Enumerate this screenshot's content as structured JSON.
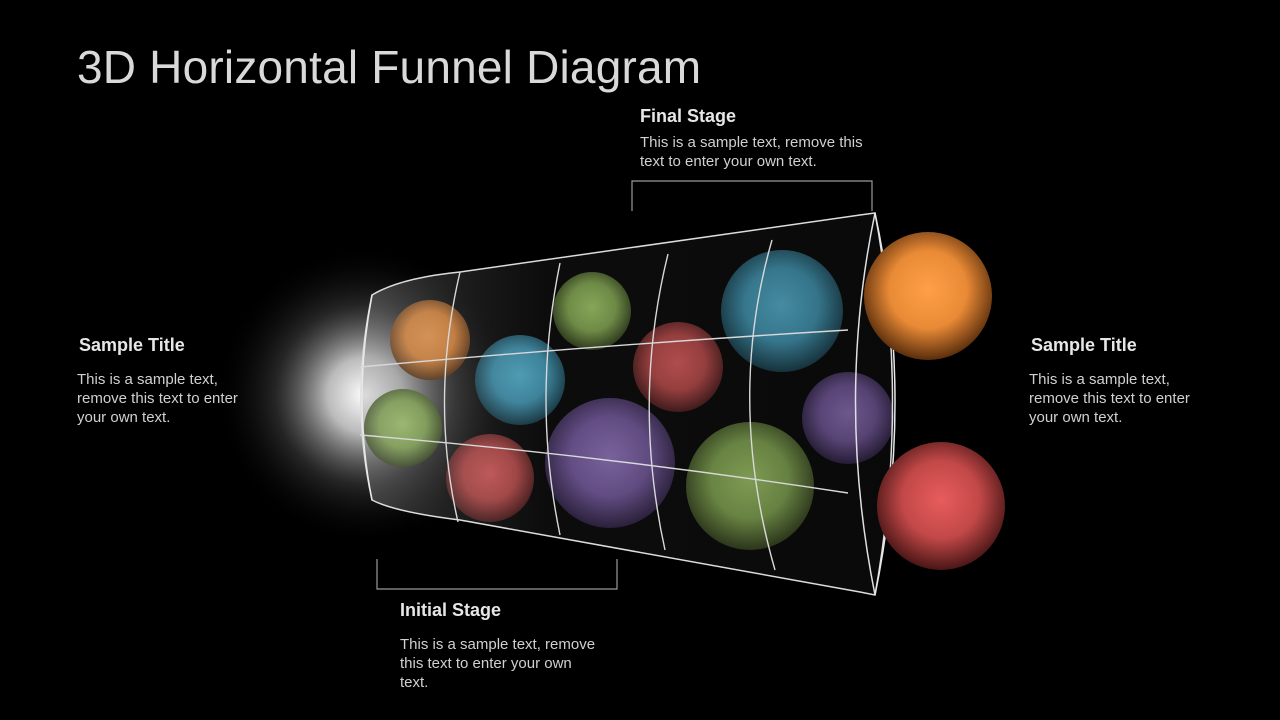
{
  "title": "3D Horizontal Funnel Diagram",
  "final_stage": {
    "heading": "Final Stage",
    "text": "This is a sample text, remove this text to enter your own text."
  },
  "initial_stage": {
    "heading": "Initial Stage",
    "text": "This is a sample text, remove this text to enter your own text."
  },
  "left_block": {
    "heading": "Sample Title",
    "text": "This is a sample text, remove this text to enter your own text."
  },
  "right_block": {
    "heading": "Sample Title",
    "text": "This is a sample text, remove this text to enter your own text."
  },
  "colors": {
    "orange": "#ff9a3c",
    "blue": "#4fb6d8",
    "green": "#9cc85e",
    "red": "#e05a5a",
    "purple": "#8a6ab8"
  }
}
